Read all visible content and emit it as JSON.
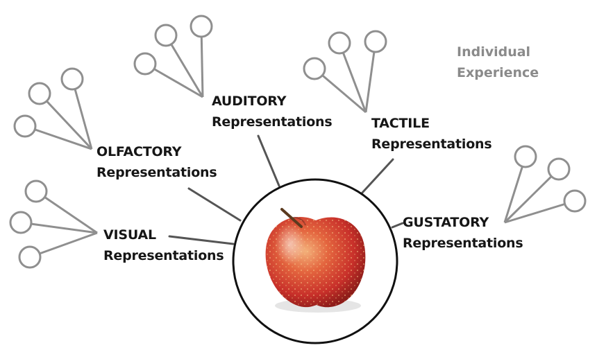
{
  "center": {
    "subject": "apple",
    "image": "apple-photo"
  },
  "senses": [
    {
      "key": "auditory",
      "line1": "AUDITORY",
      "line2": "Representations"
    },
    {
      "key": "tactile",
      "line1": "TACTILE",
      "line2": "Representations"
    },
    {
      "key": "olfactory",
      "line1": "OLFACTORY",
      "line2": "Representations"
    },
    {
      "key": "gustatory",
      "line1": "GUSTATORY",
      "line2": "Representations"
    },
    {
      "key": "visual",
      "line1": "VISUAL",
      "line2": "Representations"
    }
  ],
  "corner_label": {
    "line1": "Individual",
    "line2": "Experience"
  },
  "colors": {
    "text": "#161616",
    "corner_text": "#8a8a8a",
    "connector": "#555555",
    "branch": "#8f8f8f",
    "circle_stroke": "#111111"
  }
}
